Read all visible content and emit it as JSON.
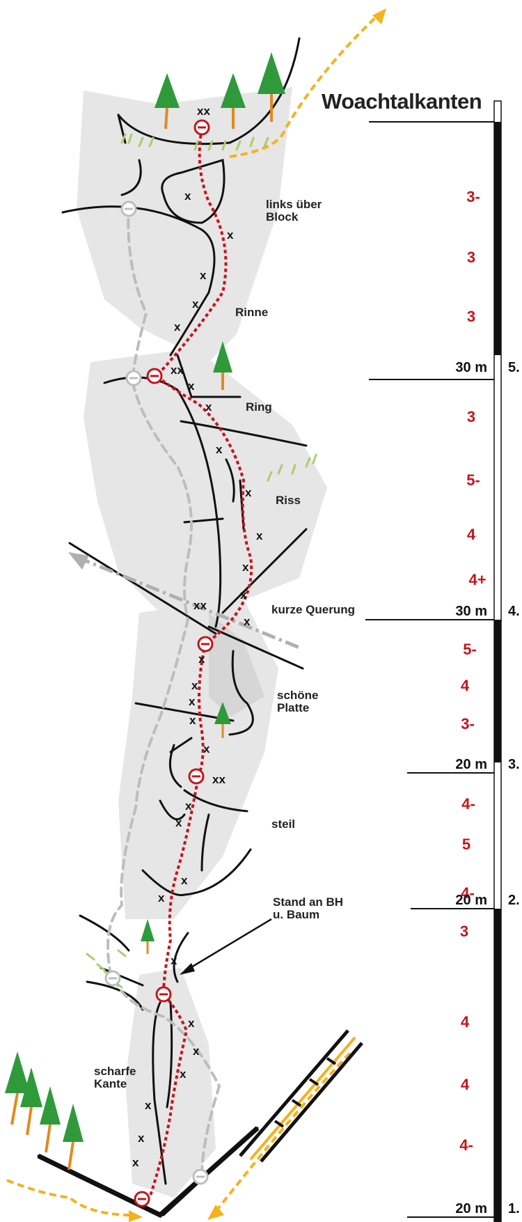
{
  "title": "Woachtalkanten",
  "route_notes": [
    {
      "text": "links über\nBlock"
    },
    {
      "text": "Rinne"
    },
    {
      "text": "Ring"
    },
    {
      "text": "Riss"
    },
    {
      "text": "kurze Querung"
    },
    {
      "text": "schöne\nPlatte"
    },
    {
      "text": "steil"
    },
    {
      "text": "Stand an BH\nu. Baum"
    },
    {
      "text": "scharfe\nKante"
    }
  ],
  "grades": [
    "3-",
    "3",
    "3",
    "3",
    "5-",
    "4",
    "4+",
    "5-",
    "4",
    "3-",
    "4-",
    "5",
    "4-",
    "3",
    "4",
    "4",
    "4-"
  ],
  "pitches": [
    {
      "number": "5.",
      "length": "30 m"
    },
    {
      "number": "4.",
      "length": "30 m"
    },
    {
      "number": "3.",
      "length": "20 m"
    },
    {
      "number": "2.",
      "length": "20 m"
    },
    {
      "number": "1.",
      "length": "20 m"
    }
  ],
  "bolt_labels": {
    "single": "x",
    "double": "xx"
  },
  "colors": {
    "route": "#c4151c",
    "rock": "#e6e6e6",
    "grass": "#a9cf6a",
    "tree": "#2f9a3a",
    "trunk": "#e08a1f",
    "approach": "#f5b21c",
    "descent": "#bdbdbd"
  }
}
